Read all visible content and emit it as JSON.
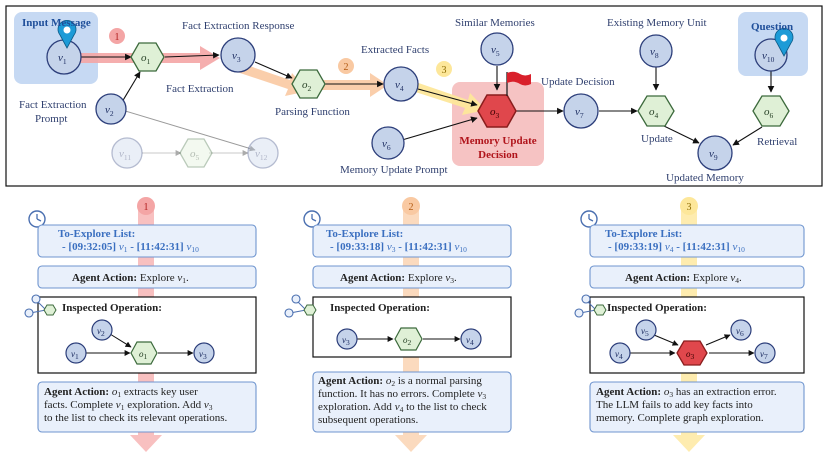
{
  "top": {
    "input_message": "Input Message",
    "question": "Question",
    "fact_extraction_response": "Fact Extraction Response",
    "fact_extraction": "Fact Extraction",
    "fact_extraction_prompt_1": "Fact Extraction",
    "fact_extraction_prompt_2": "Prompt",
    "parsing_function": "Parsing Function",
    "extracted_facts": "Extracted Facts",
    "similar_memories": "Similar Memories",
    "memory_update_prompt": "Memory Update Prompt",
    "memory_update_decision_1": "Memory Update",
    "memory_update_decision_2": "Decision",
    "update_decision": "Update Decision",
    "existing_memory_unit": "Existing Memory Unit",
    "update": "Update",
    "retrieval": "Retrieval",
    "updated_memory": "Updated Memory",
    "step_badges": [
      "1",
      "2",
      "3"
    ]
  },
  "nodes": {
    "v": "v",
    "o": "o",
    "v1": "1",
    "v2": "2",
    "v3": "3",
    "v4": "4",
    "v5": "5",
    "v6": "6",
    "v7": "7",
    "v8": "8",
    "v9": "9",
    "v10": "10",
    "v11": "11",
    "v12": "12",
    "o1": "1",
    "o2": "2",
    "o3": "3",
    "o4": "4",
    "o5": "5",
    "o6": "6"
  },
  "panels": [
    {
      "badge": "1",
      "explore_title": "To-Explore List:",
      "explore_items": [
        {
          "time": "- [09:32:05]",
          "node": "1"
        },
        {
          "time": "- [11:42:31]",
          "node": "10"
        }
      ],
      "action_label": "Agent Action:",
      "action_text": "Explore",
      "action_node": "1",
      "inspected_title": "Inspected Operation:",
      "result_lines": [
        "extracts key user",
        "facts. Complete",
        "exploration. Add",
        "to the list to check its relevant operations."
      ]
    },
    {
      "badge": "2",
      "explore_title": "To-Explore List:",
      "explore_items": [
        {
          "time": "- [09:33:18]",
          "node": "3"
        },
        {
          "time": "- [11:42:31]",
          "node": "10"
        }
      ],
      "action_label": "Agent Action:",
      "action_text": "Explore",
      "action_node": "3",
      "inspected_title": "Inspected Operation:",
      "result_lines": [
        "is a normal parsing",
        "function. It has no errors. Complete",
        "exploration. Add",
        "to the list to check",
        "subsequent operations."
      ]
    },
    {
      "badge": "3",
      "explore_title": "To-Explore List:",
      "explore_items": [
        {
          "time": "- [09:33:19]",
          "node": "4"
        },
        {
          "time": "- [11:42:31]",
          "node": "10"
        }
      ],
      "action_label": "Agent Action:",
      "action_text": "Explore",
      "action_node": "4",
      "inspected_title": "Inspected Operation:",
      "result_lines": [
        "has an extraction error.",
        "The LLM fails to add key facts into",
        "memory. Complete graph exploration."
      ]
    }
  ],
  "colors": {
    "node_fill": "#c5d3ea",
    "node_stroke": "#2c3e7a",
    "op_fill": "#dff0d6",
    "op_stroke": "#3c6a3c",
    "error_fill": "#e0474c",
    "error_bg": "#f6c3c3",
    "panel_fill": "#e9f0fb",
    "panel_stroke": "#6f95cf",
    "trail1": "#f4a5a5",
    "trail2": "#f9c9a2",
    "trail3": "#fde79a",
    "highlight_blue": "#c6d9f3",
    "pin": "#1d9bd7"
  }
}
